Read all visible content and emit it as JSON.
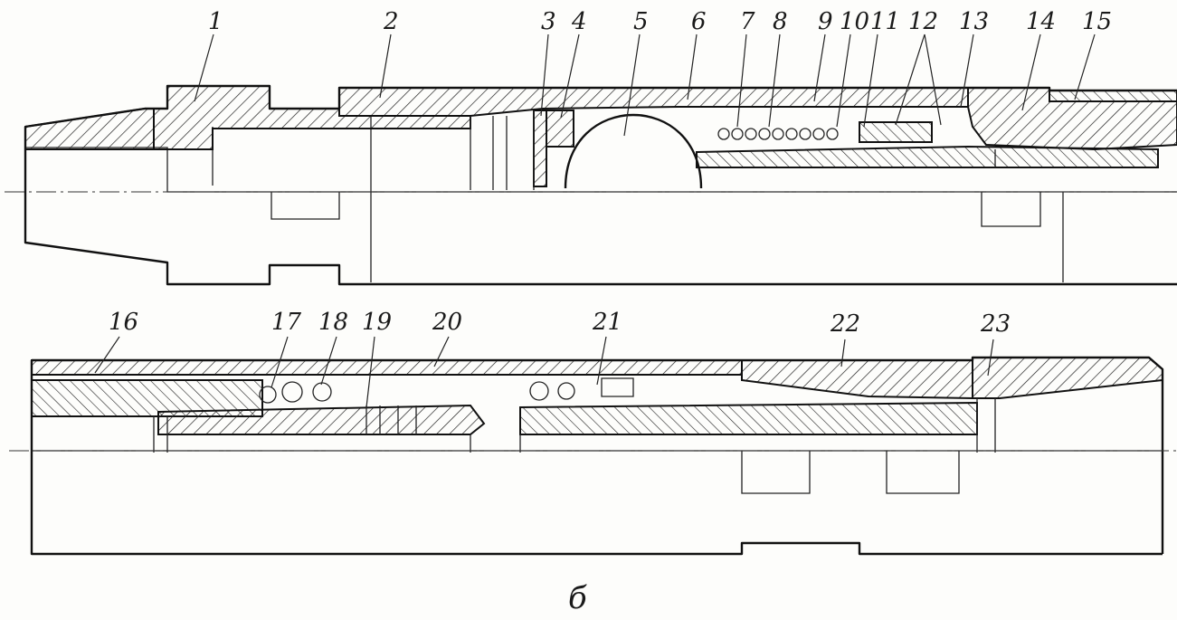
{
  "diagram": {
    "top_labels": [
      "1",
      "2",
      "3",
      "4",
      "5",
      "6",
      "7",
      "8",
      "9",
      "10",
      "11",
      "12",
      "13",
      "14",
      "15"
    ],
    "bottom_labels": [
      "16",
      "17",
      "18",
      "19",
      "20",
      "21",
      "22",
      "23"
    ],
    "caption": "б"
  },
  "colors": {
    "ink": "#111111",
    "paper": "#fdfdfb"
  }
}
